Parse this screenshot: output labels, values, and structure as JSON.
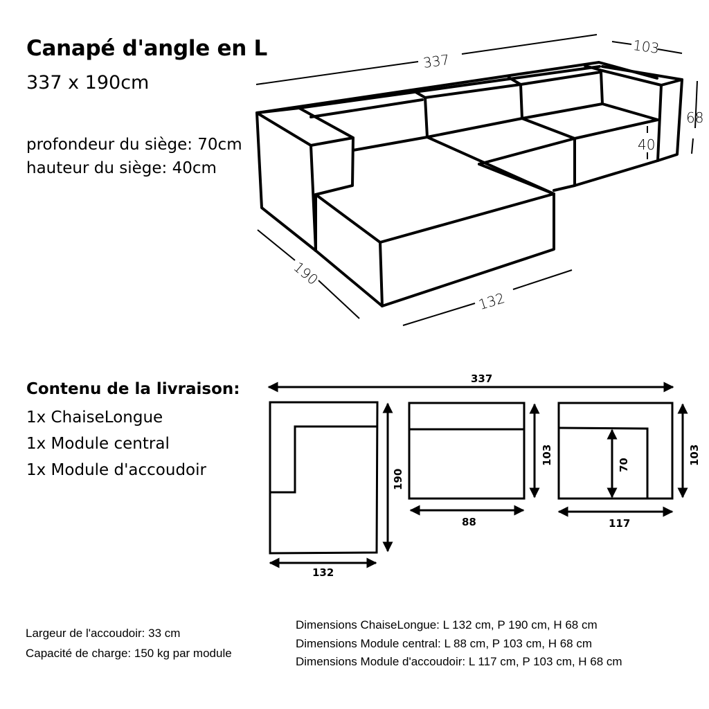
{
  "header": {
    "title": "Canapé d'angle en L",
    "overall_size": "337 x 190cm"
  },
  "specs": {
    "seat_depth": "profondeur du siège: 70cm",
    "seat_height": "hauteur du siège: 40cm"
  },
  "iso_drawing": {
    "dim_length": "337",
    "dim_depth_right": "103",
    "dim_height": "68",
    "dim_seat_height": "40",
    "dim_chaise_depth": "190",
    "dim_chaise_width": "132"
  },
  "delivery": {
    "title": "Contenu de la livraison:",
    "items": [
      "1x ChaiseLongue",
      "1x Module central",
      "1x Module d'accoudoir"
    ]
  },
  "top_view": {
    "total_length": "337",
    "chaise": {
      "width": "132",
      "depth": "190"
    },
    "central": {
      "width": "88",
      "depth": "103"
    },
    "armrest": {
      "width": "117",
      "depth": "103",
      "seat_depth": "70"
    }
  },
  "footer": {
    "left": [
      "Largeur de l'accoudoir: 33 cm",
      "Capacité de charge: 150 kg par module"
    ],
    "right": [
      "Dimensions ChaiseLongue: L 132 cm, P 190 cm, H 68 cm",
      "Dimensions Module central: L 88 cm, P 103 cm, H 68 cm",
      "Dimensions Module d'accoudoir: L 117 cm, P 103 cm, H 68 cm"
    ]
  },
  "colors": {
    "ink": "#000000",
    "background": "#ffffff"
  }
}
